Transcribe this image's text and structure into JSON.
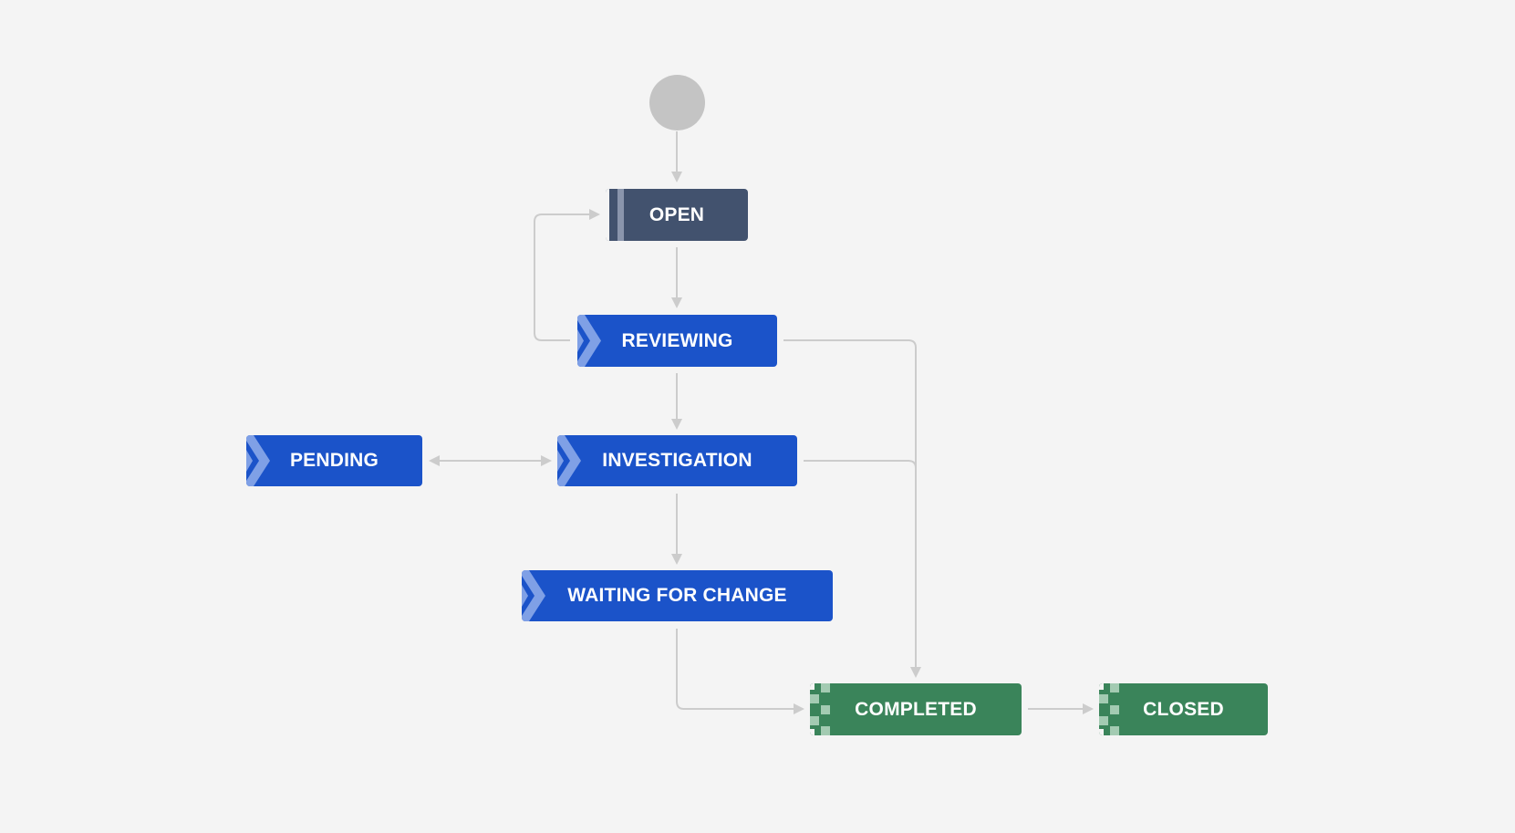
{
  "colors": {
    "background": "#f4f4f4",
    "todo": "#42526e",
    "in_progress": "#1b53c9",
    "done": "#3a845a",
    "connector": "#cccccc",
    "start": "#c4c4c4"
  },
  "nodes": {
    "open": {
      "label": "OPEN",
      "category": "todo"
    },
    "reviewing": {
      "label": "REVIEWING",
      "category": "in_progress"
    },
    "pending": {
      "label": "PENDING",
      "category": "in_progress"
    },
    "investigation": {
      "label": "INVESTIGATION",
      "category": "in_progress"
    },
    "waiting": {
      "label": "WAITING FOR CHANGE",
      "category": "in_progress"
    },
    "completed": {
      "label": "COMPLETED",
      "category": "done"
    },
    "closed": {
      "label": "CLOSED",
      "category": "done"
    }
  },
  "transitions": [
    {
      "from": "start",
      "to": "open"
    },
    {
      "from": "open",
      "to": "reviewing"
    },
    {
      "from": "reviewing",
      "to": "open"
    },
    {
      "from": "reviewing",
      "to": "investigation"
    },
    {
      "from": "reviewing",
      "to": "completed"
    },
    {
      "from": "investigation",
      "to": "pending"
    },
    {
      "from": "pending",
      "to": "investigation"
    },
    {
      "from": "investigation",
      "to": "completed"
    },
    {
      "from": "investigation",
      "to": "waiting"
    },
    {
      "from": "waiting",
      "to": "completed"
    },
    {
      "from": "completed",
      "to": "closed"
    }
  ]
}
